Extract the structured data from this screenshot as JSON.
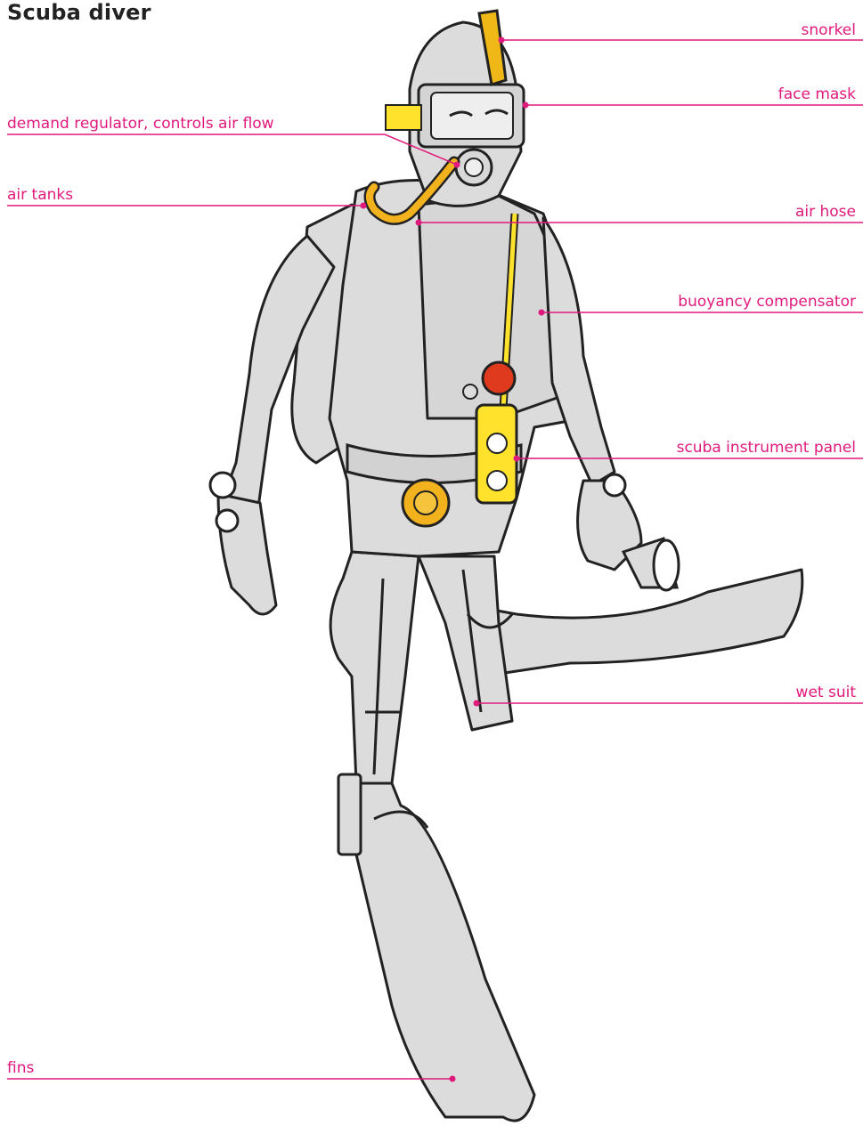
{
  "title": "Scuba diver",
  "accent_color": "#e0197d",
  "labels": {
    "snorkel": "snorkel",
    "face_mask": "face mask",
    "demand_regulator": "demand regulator, controls air flow",
    "air_tanks": "air tanks",
    "air_hose": "air hose",
    "buoyancy_compensator": "buoyancy compensator",
    "instrument_panel": "scuba instrument panel",
    "wet_suit": "wet suit",
    "fins": "fins"
  }
}
